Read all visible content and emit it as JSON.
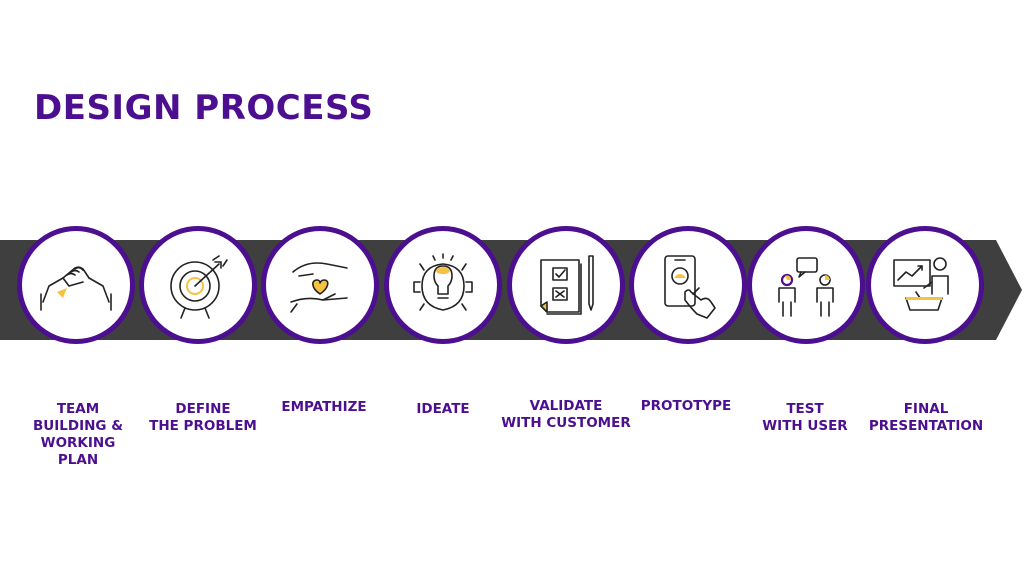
{
  "page": {
    "title": "DESIGN PROCESS"
  },
  "colors": {
    "purple": "#4b0f8f",
    "arrow": "#3f3f3f",
    "accent": "#f5c242",
    "line": "#222222"
  },
  "steps": [
    {
      "label": "TEAM\nBUILDING &\nWORKING\nPLAN",
      "icon": "handshake-icon"
    },
    {
      "label": "DEFINE\nTHE PROBLEM",
      "icon": "target-icon"
    },
    {
      "label": "EMPATHIZE",
      "icon": "heart-hands-icon"
    },
    {
      "label": "IDEATE",
      "icon": "lightbulb-gear-icon"
    },
    {
      "label": "VALIDATE\nWITH CUSTOMER",
      "icon": "checklist-icon"
    },
    {
      "label": "PROTOTYPE",
      "icon": "phone-touch-icon"
    },
    {
      "label": "TEST\nWITH USER",
      "icon": "user-interview-icon"
    },
    {
      "label": "FINAL\nPRESENTATION",
      "icon": "presentation-icon"
    }
  ]
}
